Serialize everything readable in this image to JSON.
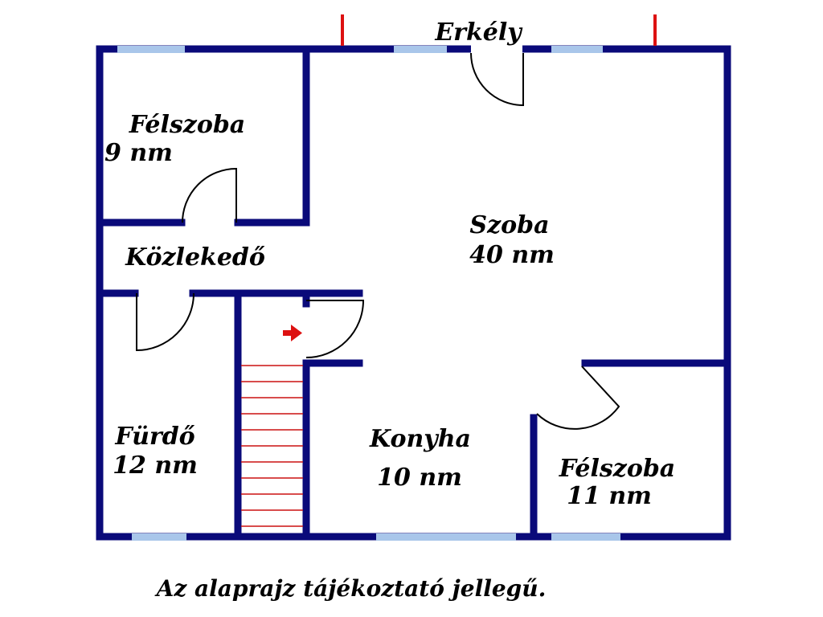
{
  "balcony_label": "Erkély",
  "rooms": {
    "small_room_top": {
      "name": "Félszoba",
      "area": "9 nm"
    },
    "hallway": {
      "name": "Közlekedő"
    },
    "living_room": {
      "name": "Szoba",
      "area": "40 nm"
    },
    "bathroom": {
      "name": "Fürdő",
      "area": "12 nm"
    },
    "kitchen": {
      "name": "Konyha",
      "area": "10 nm"
    },
    "small_room_bottom": {
      "name": "Félszoba",
      "area": "11 nm"
    }
  },
  "footnote": "Az alaprajz tájékoztató jellegű.",
  "colors": {
    "wall": "#0a0a7a",
    "window": "#a9c6ea",
    "marker": "#dd1111",
    "stairs": "#cc1111",
    "door": "#000000"
  }
}
